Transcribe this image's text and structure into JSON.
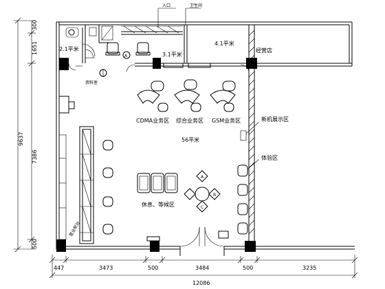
{
  "labels": {
    "area_21": "2.1平米",
    "area_31": "3.1平米",
    "area_41": "4.1平米",
    "dealer_room": "经营店",
    "cdma_zone": "CDMA业务区",
    "general_zone": "综合业务区",
    "gsm_zone": "GSM业务区",
    "hall_area": "56平米",
    "rest_zone": "休息、等候区",
    "new_phone_zone": "新机展示区",
    "experience_zone": "体验区",
    "tag_small_top": "卫生间",
    "tag_left_small": "资料室",
    "tag_bottom_left": "营业柜台",
    "tag_top_mid": "入口",
    "marker_a": "A",
    "marker_b": "B",
    "marker_c": "C"
  },
  "dimensions": {
    "bottom": [
      "447",
      "3473",
      "500",
      "3484",
      "500",
      "3235"
    ],
    "total_width": "12086",
    "left_segments": [
      "300",
      "1651",
      "7386",
      "500"
    ],
    "total_height": "9637"
  }
}
